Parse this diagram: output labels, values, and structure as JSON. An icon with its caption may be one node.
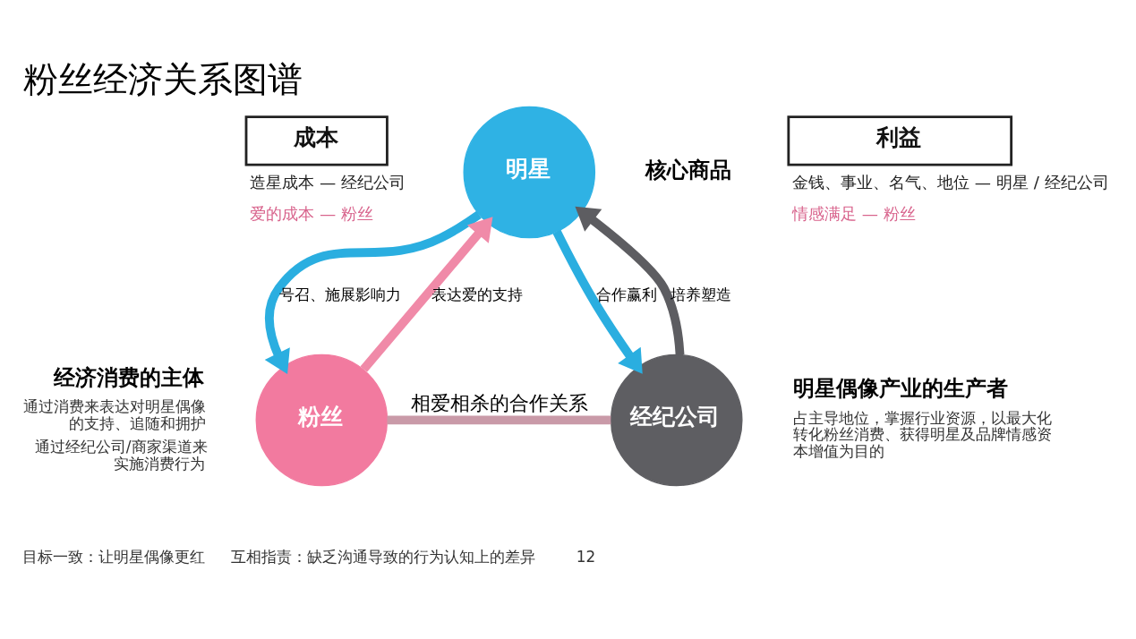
{
  "diagram": {
    "title": "粉丝经济关系图谱",
    "nodes": [
      {
        "text": [
          "成本"
        ],
        "beside": [
          "造星成本 — 经纪公司",
          "爱的成本 — 粉丝"
        ]
      },
      {
        "text": [
          "利益"
        ],
        "beside": [
          "金钱、事业、名气、地位 — 明星 / 经纪公司",
          "情感满足 — 粉丝"
        ]
      },
      {
        "text": [
          "明星"
        ],
        "beside": [
          "核心商品"
        ]
      },
      {
        "text": [
          "粉丝"
        ],
        "beside": [
          "经济消费的主体",
          "通过消费来表达对明星偶像的支持、追随和拥护",
          "通过经纪公司/商家渠道来实施消费行为"
        ]
      },
      {
        "text": [
          "经纪公司"
        ],
        "beside": [
          "明星偶像产业的生产者",
          "占主导地位，掌握行业资源，以最大化转化粉丝消费、获得明星及品牌情感资本增值为目的"
        ]
      }
    ],
    "edges": [
      {
        "from": 2,
        "to": 3,
        "arrow": "to",
        "label": "号召、施展影响力",
        "color": "#2aaee0"
      },
      {
        "from": 3,
        "to": 2,
        "arrow": "to",
        "label": "表达爱的支持",
        "color": "#f08aa8"
      },
      {
        "from": 2,
        "to": 4,
        "arrow": "to",
        "label": "合作赢利",
        "color": "#2aaee0"
      },
      {
        "from": 4,
        "to": 2,
        "arrow": "to",
        "label": "培养塑造",
        "color": "#5d5d61"
      },
      {
        "from": 3,
        "to": 4,
        "arrow": "none",
        "label": "相爱相杀的合作关系",
        "color": "#c99aa8"
      }
    ],
    "labels": [
      "目标一致：让明星偶像更红",
      "互相指责：缺乏沟通导致的行为认知上的差异",
      "12"
    ]
  }
}
